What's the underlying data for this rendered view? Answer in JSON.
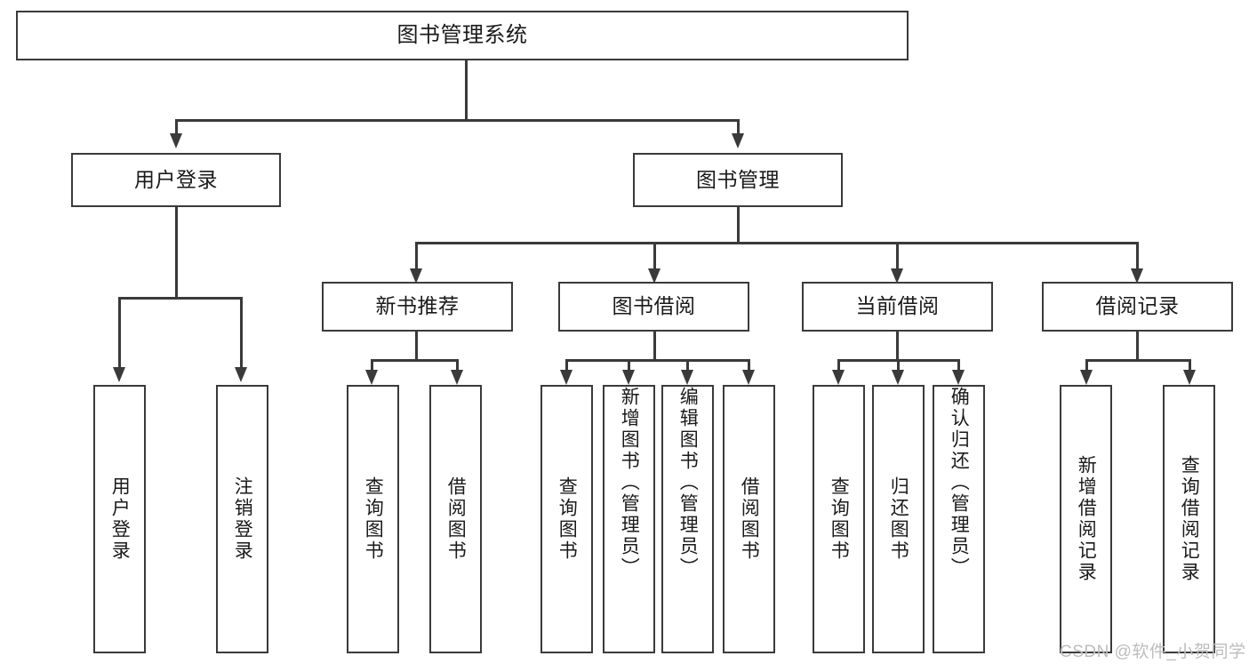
{
  "diagram": {
    "title": "图书管理系统",
    "type": "功能结构图",
    "nodes": {
      "root": {
        "label": "图书管理系统",
        "level": 0
      },
      "user_login": {
        "label": "用户登录",
        "level": 1
      },
      "book_manage": {
        "label": "图书管理",
        "level": 1
      },
      "new_book_rec": {
        "label": "新书推荐",
        "level": 2
      },
      "book_borrow": {
        "label": "图书借阅",
        "level": 2
      },
      "current_borrow": {
        "label": "当前借阅",
        "level": 2
      },
      "borrow_record": {
        "label": "借阅记录",
        "level": 2
      },
      "leaf_user_login": {
        "label": "用户登录",
        "level": 3
      },
      "leaf_logout": {
        "label": "注销登录",
        "level": 3
      },
      "leaf_query_book_1": {
        "label": "查询图书",
        "level": 3
      },
      "leaf_borrow_book_1": {
        "label": "借阅图书",
        "level": 3
      },
      "leaf_query_book_2": {
        "label": "查询图书",
        "level": 3
      },
      "leaf_add_book": {
        "label": "新增图书（管理员）",
        "level": 3
      },
      "leaf_edit_book": {
        "label": "编辑图书（管理员）",
        "level": 3
      },
      "leaf_borrow_book_2": {
        "label": "借阅图书",
        "level": 3
      },
      "leaf_query_book_3": {
        "label": "查询图书",
        "level": 3
      },
      "leaf_return_book": {
        "label": "归还图书",
        "level": 3
      },
      "leaf_confirm_return": {
        "label": "确认归还（管理员）",
        "level": 3
      },
      "leaf_add_record": {
        "label": "新增借阅记录",
        "level": 3
      },
      "leaf_query_record": {
        "label": "查询借阅记录",
        "level": 3
      }
    },
    "edges": [
      {
        "from": "root",
        "to": "user_login"
      },
      {
        "from": "root",
        "to": "book_manage"
      },
      {
        "from": "user_login",
        "to": "leaf_user_login"
      },
      {
        "from": "user_login",
        "to": "leaf_logout"
      },
      {
        "from": "book_manage",
        "to": "new_book_rec"
      },
      {
        "from": "book_manage",
        "to": "book_borrow"
      },
      {
        "from": "book_manage",
        "to": "current_borrow"
      },
      {
        "from": "book_manage",
        "to": "borrow_record"
      },
      {
        "from": "new_book_rec",
        "to": "leaf_query_book_1"
      },
      {
        "from": "new_book_rec",
        "to": "leaf_borrow_book_1"
      },
      {
        "from": "book_borrow",
        "to": "leaf_query_book_2"
      },
      {
        "from": "book_borrow",
        "to": "leaf_add_book"
      },
      {
        "from": "book_borrow",
        "to": "leaf_edit_book"
      },
      {
        "from": "book_borrow",
        "to": "leaf_borrow_book_2"
      },
      {
        "from": "current_borrow",
        "to": "leaf_query_book_3"
      },
      {
        "from": "current_borrow",
        "to": "leaf_return_book"
      },
      {
        "from": "current_borrow",
        "to": "leaf_confirm_return"
      },
      {
        "from": "borrow_record",
        "to": "leaf_add_record"
      },
      {
        "from": "borrow_record",
        "to": "leaf_query_record"
      }
    ],
    "colors": {
      "stroke": "#3a3a3a",
      "fill": "#ffffff",
      "text": "#1a1a1a",
      "watermark": "#bdbdbd"
    }
  },
  "watermark": {
    "text": "CSDN @软件_小贺同学"
  }
}
